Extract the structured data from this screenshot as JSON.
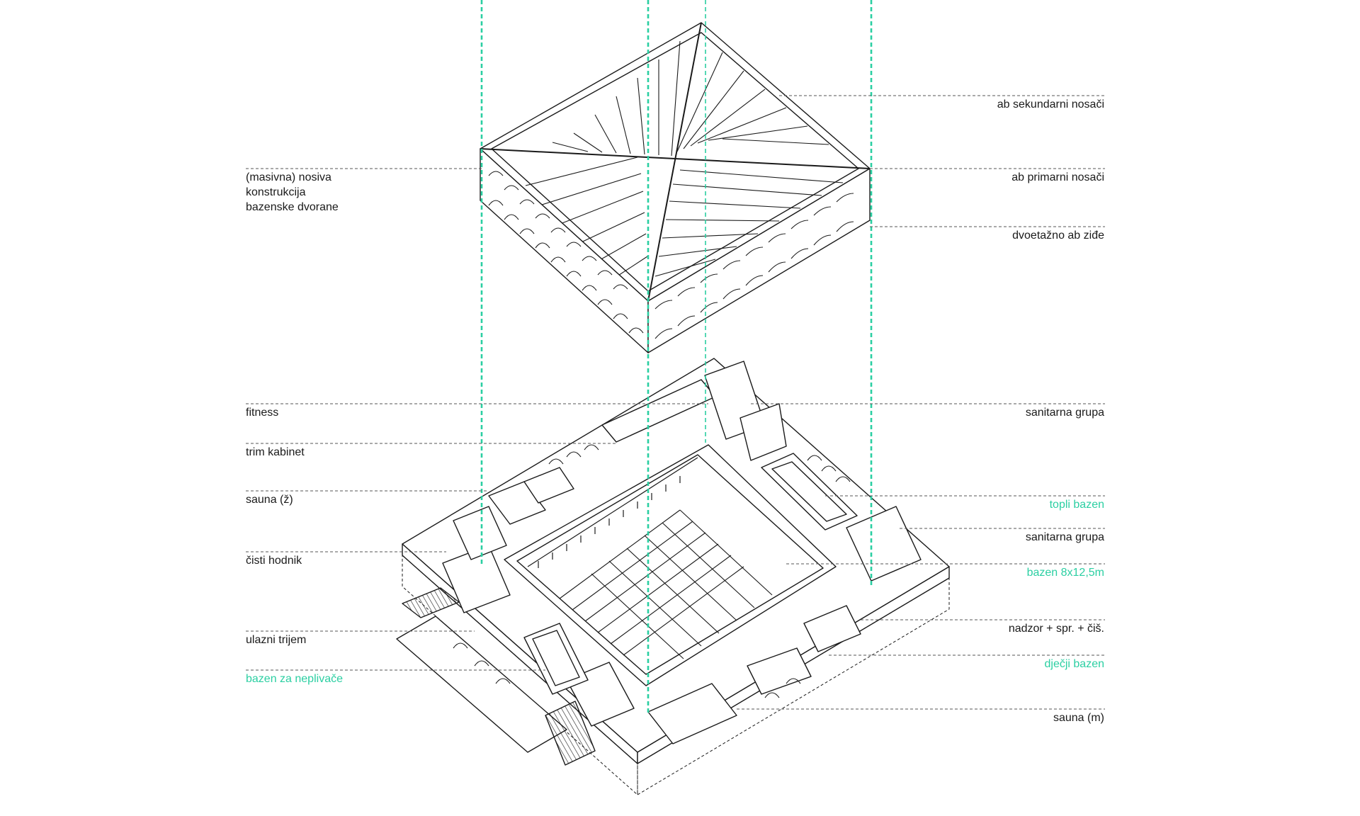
{
  "colors": {
    "ink": "#1a1a1a",
    "accent": "#2bcfa2",
    "leader": "#555555"
  },
  "labels_left": [
    {
      "id": "masivna",
      "lines": [
        "(masivna) nosiva",
        "konstrukcija",
        "bazenske dvorane"
      ],
      "accent": false
    },
    {
      "id": "fitness",
      "text": "fitness",
      "accent": false
    },
    {
      "id": "trim",
      "text": "trim kabinet",
      "accent": false
    },
    {
      "id": "sauna_z",
      "text": "sauna (ž)",
      "accent": false
    },
    {
      "id": "hodnik",
      "text": "čisti hodnik",
      "accent": false
    },
    {
      "id": "trijem",
      "text": "ulazni trijem",
      "accent": false
    },
    {
      "id": "neplivace",
      "text": "bazen za neplivače",
      "accent": true
    }
  ],
  "labels_right": [
    {
      "id": "sekundarni",
      "text": "ab sekundarni nosači",
      "accent": false
    },
    {
      "id": "primarni",
      "text": "ab primarni nosači",
      "accent": false
    },
    {
      "id": "zide",
      "text": "dvoetažno ab ziđe",
      "accent": false
    },
    {
      "id": "sanitarna1",
      "text": "sanitarna grupa",
      "accent": false
    },
    {
      "id": "topli",
      "text": "topli bazen",
      "accent": true
    },
    {
      "id": "sanitarna2",
      "text": "sanitarna grupa",
      "accent": false
    },
    {
      "id": "bazen812",
      "text": "bazen 8x12,5m",
      "accent": true
    },
    {
      "id": "nadzor",
      "text": "nadzor + spr. + čiš.",
      "accent": false
    },
    {
      "id": "djecji",
      "text": "dječji bazen",
      "accent": true
    },
    {
      "id": "sauna_m",
      "text": "sauna (m)",
      "accent": false
    }
  ]
}
